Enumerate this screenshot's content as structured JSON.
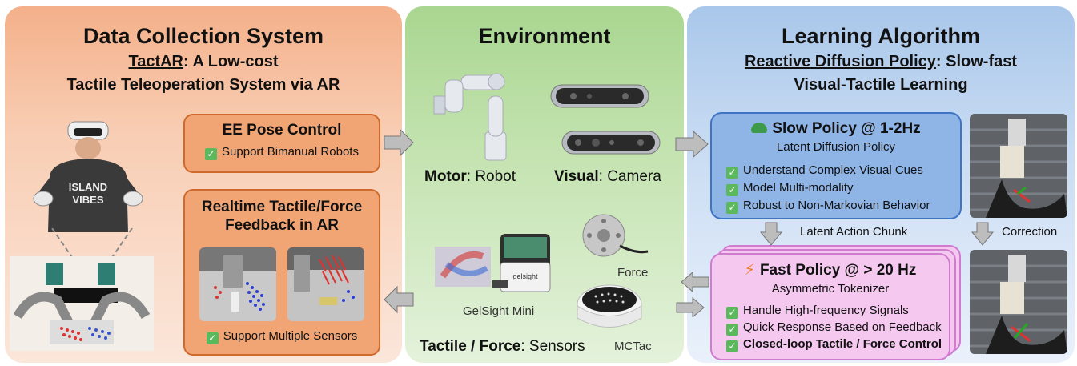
{
  "left": {
    "title": "Data Collection System",
    "subtitle_underlined": "TactAR",
    "subtitle_rest": ": A Low-cost",
    "subtitle_line2": "Tactile Teleoperation System via AR",
    "ee_box": {
      "title": "EE Pose Control",
      "item": "Support Bimanual Robots"
    },
    "fb_box": {
      "title_line1": "Realtime Tactile/Force",
      "title_line2": "Feedback in AR",
      "item": "Support Multiple Sensors"
    },
    "vr_shirt_line1": "ISLAND",
    "vr_shirt_line2": "VIBES"
  },
  "mid": {
    "title": "Environment",
    "motor_bold": "Motor",
    "motor_rest": ": Robot",
    "visual_bold": "Visual",
    "visual_rest": ": Camera",
    "gelsight_label": "GelSight Mini",
    "gelsight_logo": "gelsight",
    "force_label": "Force",
    "mctac_label": "MCTac",
    "tactile_bold": "Tactile / Force",
    "tactile_rest": ": Sensors"
  },
  "right": {
    "title": "Learning Algorithm",
    "subtitle_underlined": "Reactive Diffusion Policy",
    "subtitle_rest": ": Slow-fast",
    "subtitle_line2": "Visual-Tactile Learning",
    "slow": {
      "title": "Slow Policy @ 1-2Hz",
      "subtitle": "Latent Diffusion Policy",
      "items": [
        "Understand Complex Visual Cues",
        "Model Multi-modality",
        "Robust to Non-Markovian Behavior"
      ]
    },
    "latent_label": "Latent Action Chunk",
    "correction_label": "Correction",
    "fast": {
      "title": "Fast Policy @ > 20 Hz",
      "subtitle": "Asymmetric Tokenizer",
      "items": [
        "Handle High-frequency Signals",
        "Quick Response Based on Feedback"
      ],
      "item_bold": "Closed-loop Tactile / Force Control"
    }
  },
  "icons": [
    "check-icon",
    "turtle-icon",
    "lightning-icon",
    "arrow-right-icon",
    "arrow-left-icon",
    "arrow-down-icon",
    "swap-arrows-icon"
  ]
}
